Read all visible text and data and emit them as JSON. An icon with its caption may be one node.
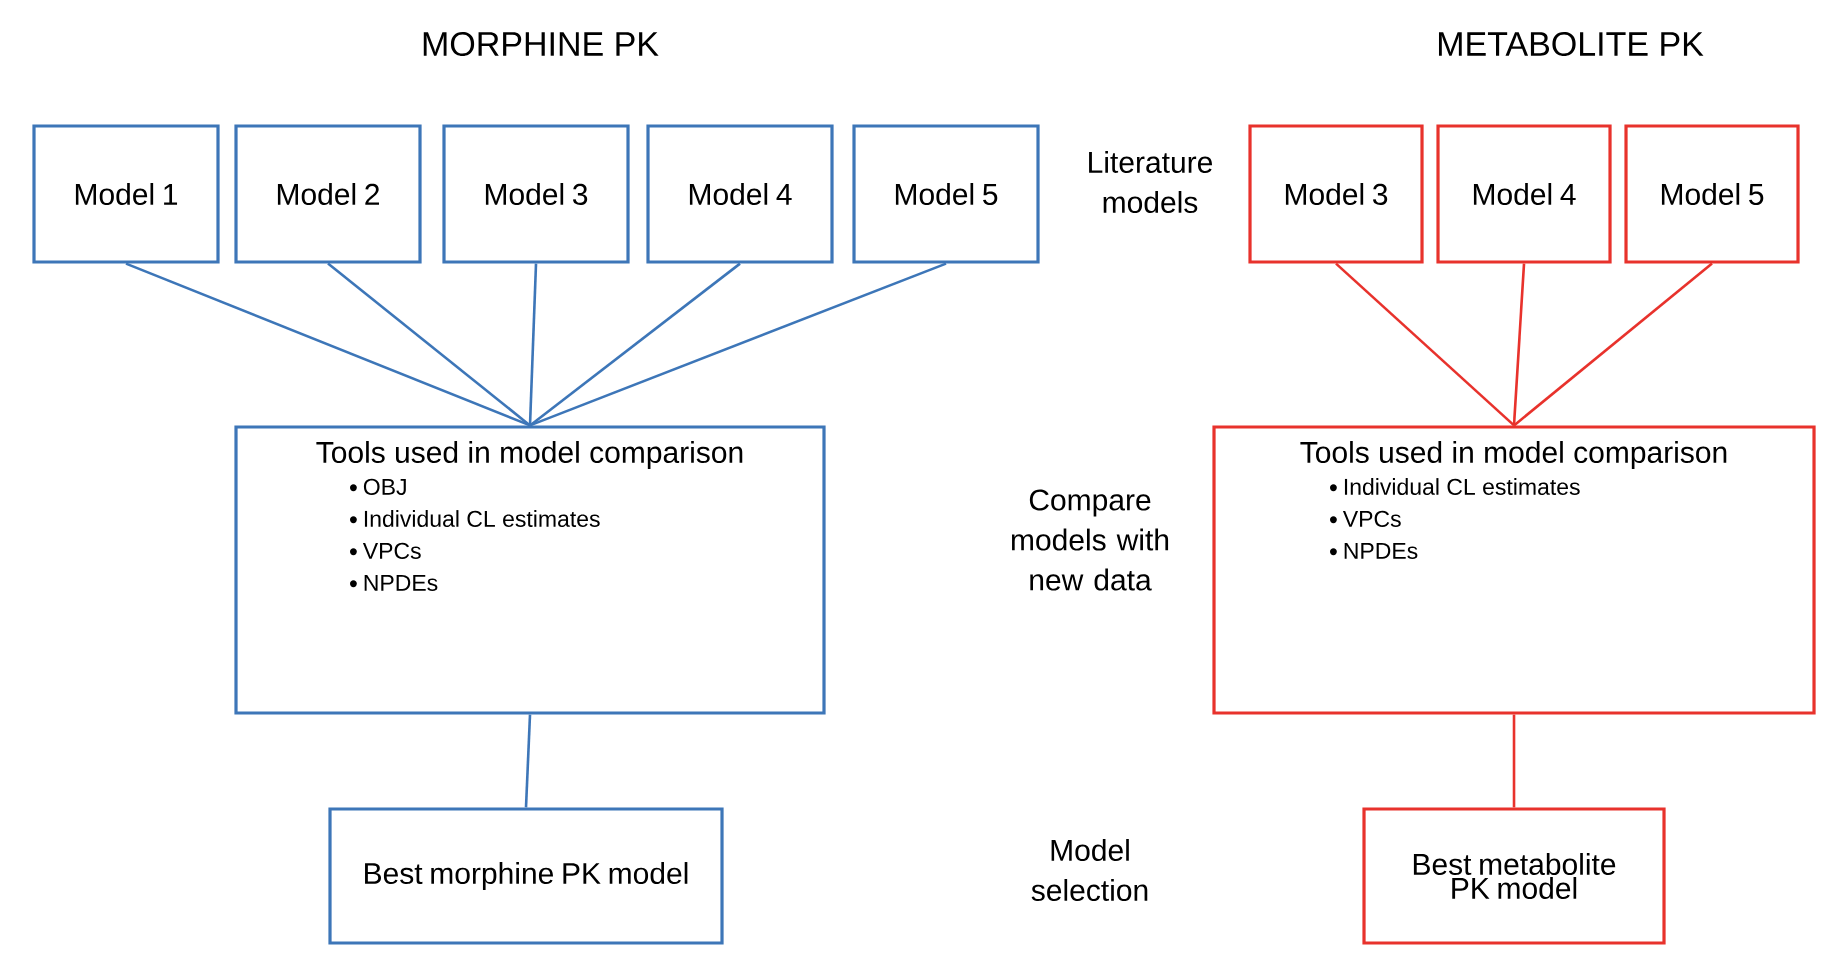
{
  "diagram": {
    "nodes": [
      {
        "text": [
          "Model 1"
        ]
      },
      {
        "text": [
          "Model 2"
        ]
      },
      {
        "text": [
          "Model 3"
        ]
      },
      {
        "text": [
          "Model 4"
        ]
      },
      {
        "text": [
          "Model 5"
        ]
      },
      {
        "text": [
          "Tools used in model comparison",
          "OBJ",
          "Individual CL estimates",
          "VPCs",
          "NPDEs"
        ]
      },
      {
        "text": [
          "Best morphine PK model"
        ]
      },
      {
        "text": [
          "Model 3"
        ]
      },
      {
        "text": [
          "Model 4"
        ]
      },
      {
        "text": [
          "Model 5"
        ]
      },
      {
        "text": [
          "Tools used in model comparison",
          "Individual CL estimates",
          "VPCs",
          "NPDEs"
        ]
      },
      {
        "text": [
          "Best metabolite PK model"
        ]
      }
    ],
    "edges": [
      {
        "from": 0,
        "to": 5,
        "arrow": "none"
      },
      {
        "from": 1,
        "to": 5,
        "arrow": "none"
      },
      {
        "from": 2,
        "to": 5,
        "arrow": "none"
      },
      {
        "from": 3,
        "to": 5,
        "arrow": "none"
      },
      {
        "from": 4,
        "to": 5,
        "arrow": "none"
      },
      {
        "from": 5,
        "to": 6,
        "arrow": "none"
      },
      {
        "from": 7,
        "to": 10,
        "arrow": "none",
        "color": "#e8322c"
      },
      {
        "from": 8,
        "to": 10,
        "arrow": "none",
        "color": "#e8322c"
      },
      {
        "from": 9,
        "to": 10,
        "arrow": "none",
        "color": "#e8322c"
      },
      {
        "from": 10,
        "to": 11,
        "arrow": "none",
        "color": "#e8322c"
      }
    ],
    "labels": [
      "MORPHINE PK",
      "METABOLITE PK",
      "Literature models",
      "Compare models with new data",
      "Model selection"
    ]
  }
}
